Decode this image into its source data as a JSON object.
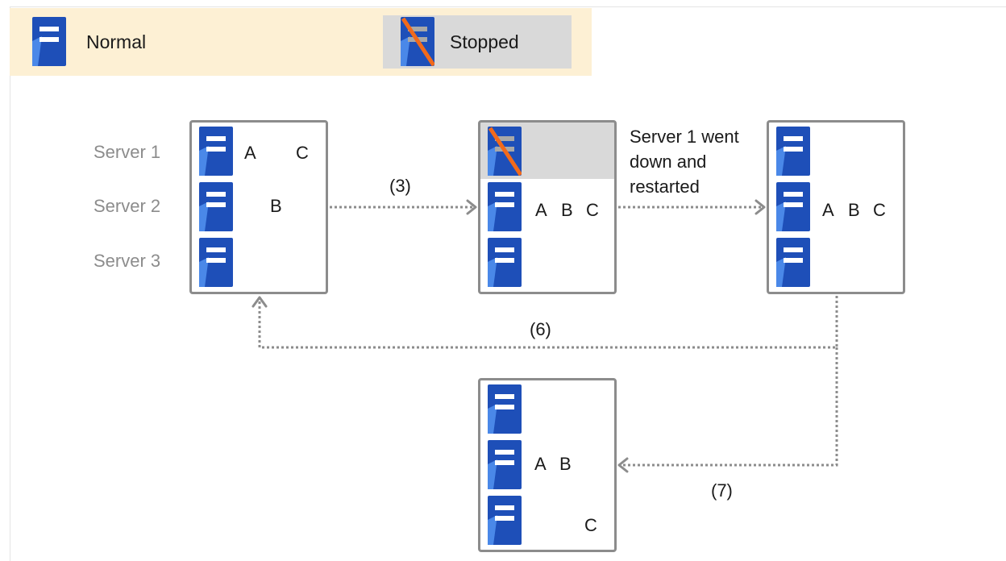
{
  "legend": {
    "normal_label": "Normal",
    "stopped_label": "Stopped"
  },
  "server_labels": [
    "Server 1",
    "Server 2",
    "Server 3"
  ],
  "boxes": {
    "box1": {
      "rows": [
        {
          "state": "normal",
          "groups": [
            "A",
            "C"
          ]
        },
        {
          "state": "normal",
          "groups": [
            "B"
          ]
        },
        {
          "state": "normal",
          "groups": []
        }
      ]
    },
    "box2": {
      "rows": [
        {
          "state": "stopped",
          "groups": []
        },
        {
          "state": "normal",
          "groups": [
            "A",
            "B",
            "C"
          ]
        },
        {
          "state": "normal",
          "groups": []
        }
      ]
    },
    "box3": {
      "rows": [
        {
          "state": "normal",
          "groups": []
        },
        {
          "state": "normal",
          "groups": [
            "A",
            "B",
            "C"
          ]
        },
        {
          "state": "normal",
          "groups": []
        }
      ]
    },
    "box4": {
      "rows": [
        {
          "state": "normal",
          "groups": []
        },
        {
          "state": "normal",
          "groups": [
            "A",
            "B"
          ]
        },
        {
          "state": "normal",
          "groups": [
            "C"
          ]
        }
      ]
    }
  },
  "arrows": {
    "step3": "(3)",
    "restart_note": [
      "Server 1 went",
      "down and",
      "restarted"
    ],
    "step6": "(6)",
    "step7": "(7)"
  },
  "colors": {
    "server_blue": "#1e4fb8",
    "server_light": "#4a88e8",
    "stopped_slash": "#f26a1b",
    "connector": "#8c8c8c",
    "legend_bg": "#fdf0d4"
  }
}
